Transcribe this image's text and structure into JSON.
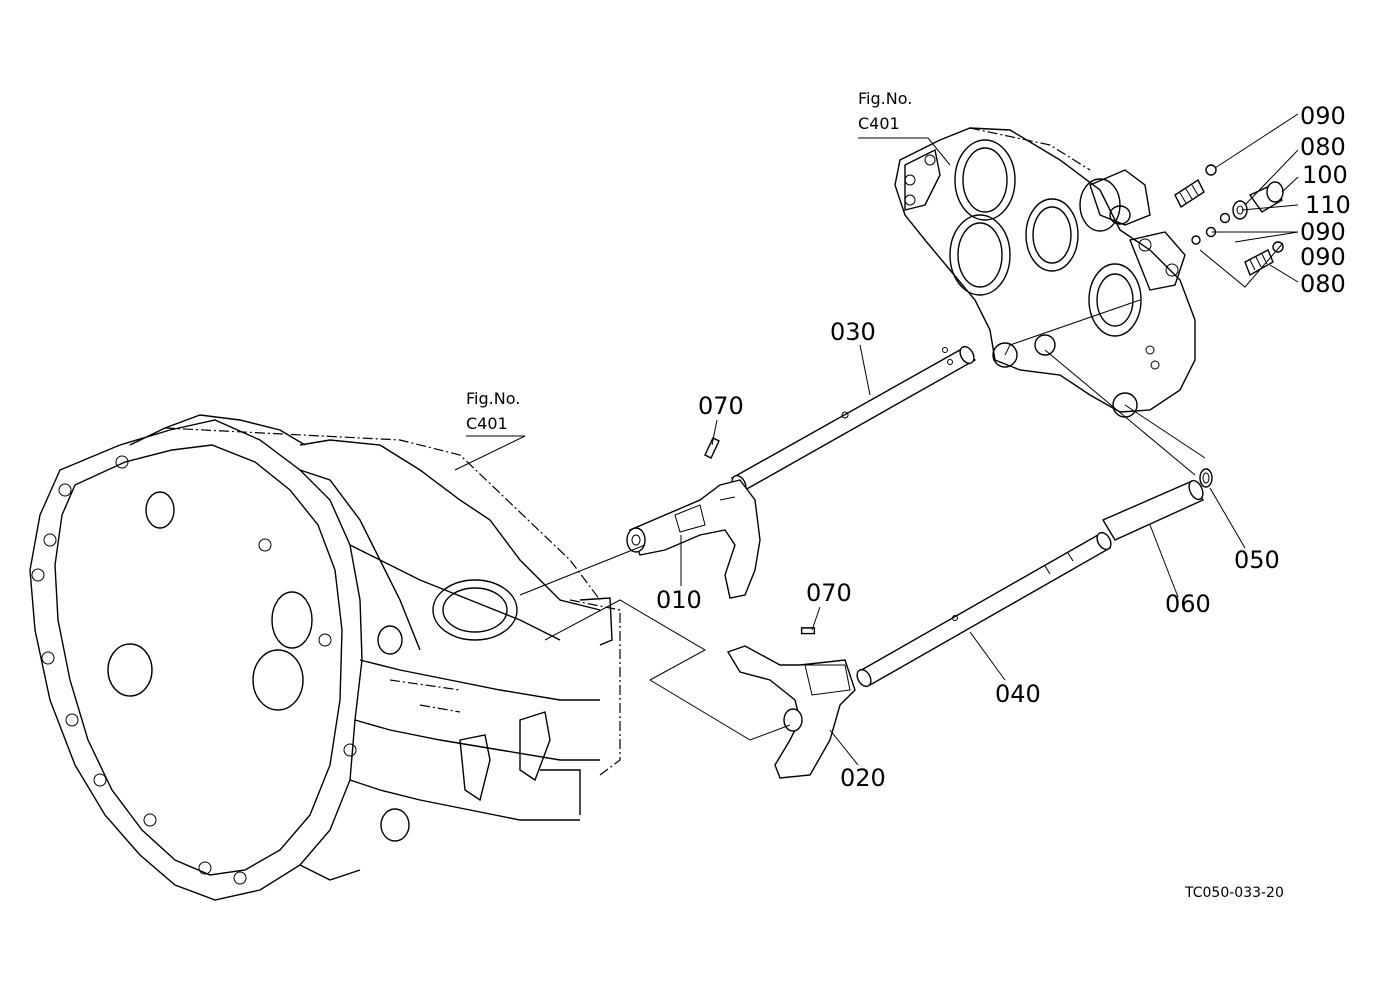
{
  "figure_refs": [
    {
      "label": "Fig.No.",
      "number": "C401"
    },
    {
      "label": "Fig.No.",
      "number": "C401"
    }
  ],
  "callouts": {
    "p010": "010",
    "p020": "020",
    "p030": "030",
    "p040": "040",
    "p050": "050",
    "p060": "060",
    "p070a": "070",
    "p070b": "070",
    "p080a": "080",
    "p080b": "080",
    "p090a": "090",
    "p090b": "090",
    "p090c": "090",
    "p100": "100",
    "p110": "110"
  },
  "drawing_code": "TC050-033-20"
}
